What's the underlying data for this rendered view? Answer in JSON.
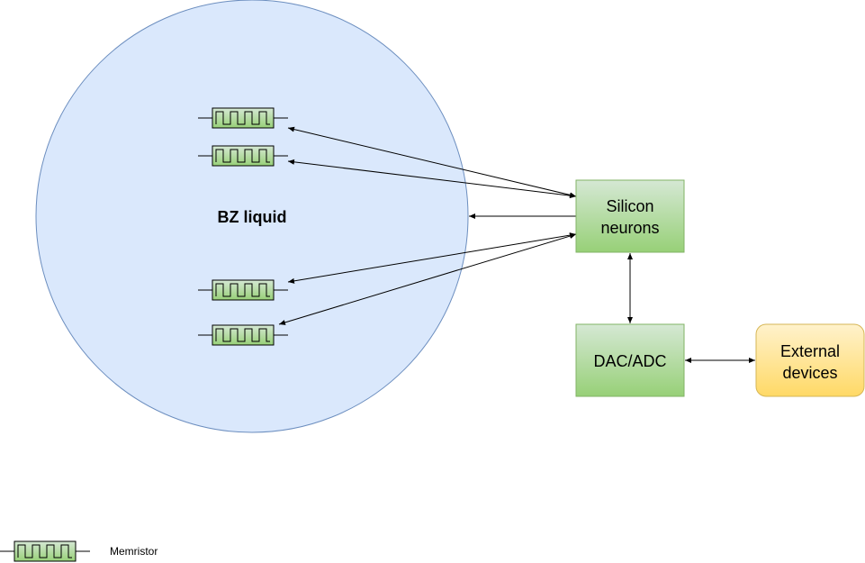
{
  "diagram": {
    "bz_label": "BZ liquid",
    "silicon_label_line1": "Silicon",
    "silicon_label_line2": "neurons",
    "dac_label": "DAC/ADC",
    "external_label_line1": "External",
    "external_label_line2": "devices",
    "legend_label": "Memristor"
  },
  "colors": {
    "bz_fill": "#dae8fc",
    "bz_stroke": "#6c8ebf",
    "green_fill_top": "#d5e8d4",
    "green_fill_bottom": "#97d077",
    "green_stroke": "#82b366",
    "yellow_fill_top": "#fff2cc",
    "yellow_fill_bottom": "#ffd966",
    "yellow_stroke": "#d6b656",
    "line": "#000000"
  },
  "icons": {
    "memristor": "memristor-icon",
    "arrow": "arrow-icon"
  }
}
